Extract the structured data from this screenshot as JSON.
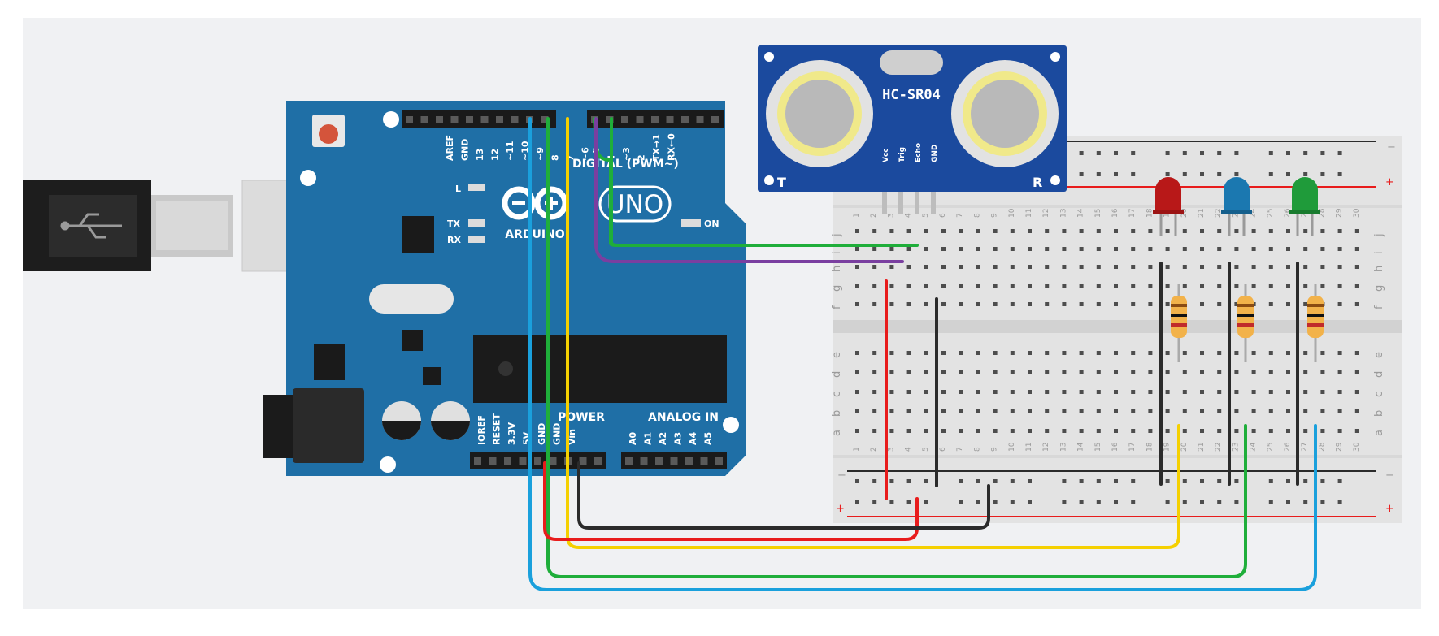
{
  "arduino": {
    "brand_text": "ARDUINO",
    "model_text": "UNO",
    "digital_header": "DIGITAL (PWM~)",
    "power_header": "POWER",
    "analog_header": "ANALOG IN",
    "on_label": "ON",
    "l_label": "L",
    "tx_label": "TX",
    "rx_label": "RX",
    "digital_pins": [
      "AREF",
      "GND",
      "13",
      "12",
      "~11",
      "~10",
      "~9",
      "8",
      "7",
      "~6",
      "~5",
      "4",
      "~3",
      "2",
      "TX→1",
      "RX←0"
    ],
    "power_pins": [
      "IOREF",
      "RESET",
      "3.3V",
      "5V",
      "GND",
      "GND",
      "Vin"
    ],
    "analog_pins": [
      "A0",
      "A1",
      "A2",
      "A3",
      "A4",
      "A5"
    ]
  },
  "sensor": {
    "model": "HC-SR04",
    "left_label": "T",
    "right_label": "R",
    "pins": [
      "Vcc",
      "Trig",
      "Echo",
      "GND"
    ]
  },
  "breadboard": {
    "top_rows": [
      "j",
      "i",
      "h",
      "g",
      "f"
    ],
    "bottom_rows": [
      "e",
      "d",
      "c",
      "b",
      "a"
    ],
    "plus": "+",
    "minus": "−",
    "column_count": 30
  },
  "colors": {
    "arduino_board": "#1f6fa6",
    "sensor_board": "#1b4a9e",
    "wire_red": "#e81c1c",
    "wire_black": "#2b2b2b",
    "wire_yellow": "#f5d000",
    "wire_green": "#1fae3a",
    "wire_blue": "#1aa0dc",
    "wire_purple": "#7a3fa0",
    "led_red": "#b81818",
    "led_blue": "#1b78b0",
    "led_green": "#1f9b3a",
    "resistor": "#f2b24a"
  }
}
